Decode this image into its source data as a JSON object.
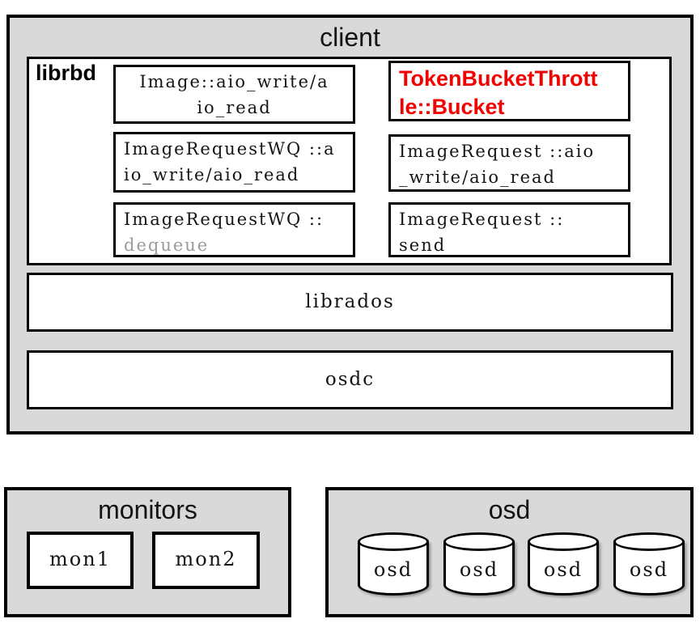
{
  "colors": {
    "panel": "#d9d9d9",
    "box-bg": "#ffffff",
    "border": "#000000",
    "accent-red": "#f20000",
    "dim-gray": "#9b9b9b"
  },
  "client": {
    "title": "client",
    "librbd": {
      "label": "librbd",
      "boxes": [
        {
          "line1": "Image::aio_write/a",
          "line2": "io_read"
        },
        {
          "line1": "TokenBucketThrott",
          "line2": "le::Bucket"
        },
        {
          "line1": "ImageRequestWQ ::a",
          "line2": "io_write/aio_read"
        },
        {
          "line1": "ImageRequest ::aio",
          "line2": "_write/aio_read"
        },
        {
          "line1": "ImageRequestWQ ::",
          "line2": "dequeue"
        },
        {
          "line1": "ImageRequest ::",
          "line2": "send"
        }
      ]
    },
    "layers": [
      {
        "label": "librados"
      },
      {
        "label": "osdc"
      }
    ]
  },
  "monitors": {
    "title": "monitors",
    "nodes": [
      "mon1",
      "mon2"
    ]
  },
  "osd": {
    "title": "osd",
    "nodes": [
      "osd",
      "osd",
      "osd",
      "osd"
    ]
  }
}
